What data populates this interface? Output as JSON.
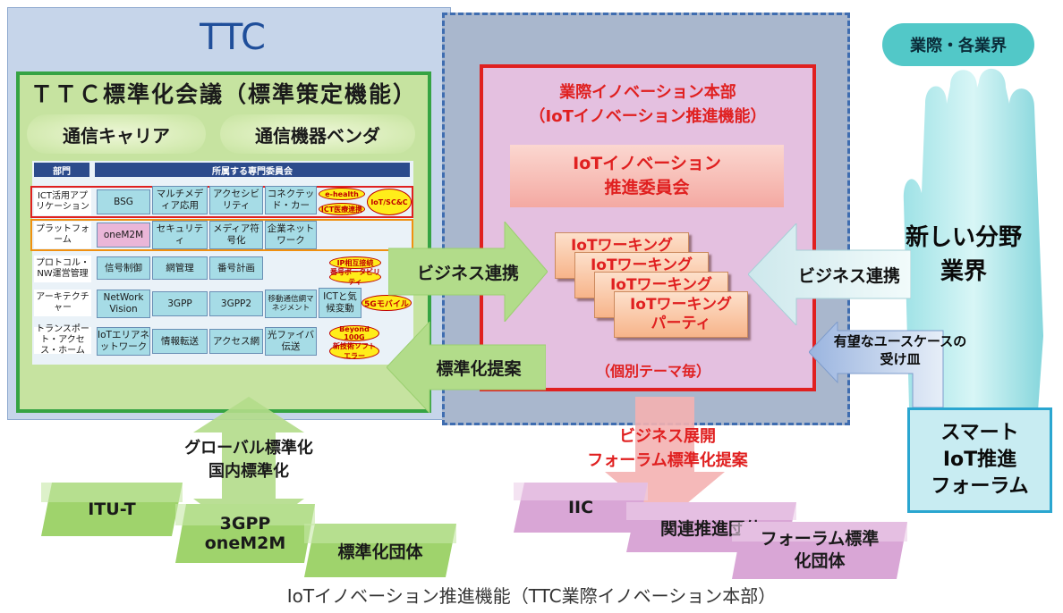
{
  "ttc": {
    "title": "TTC",
    "council_title": "ＴＴＣ標準化会議（標準策定機能）",
    "pill_left": "通信キャリア",
    "pill_right": "通信機器ベンダ"
  },
  "table": {
    "header_dept": "部門",
    "header_committees": "所属する専門委員会",
    "rows": [
      {
        "label": "ICT活用アプリケーション",
        "cells": [
          "BSG",
          "マルチメディア応用",
          "アクセシビリティ",
          "コネクテッド・カー"
        ],
        "badges": [
          "e-health",
          "ICT医療連携",
          "IoT/SC&C"
        ]
      },
      {
        "label": "プラットフォーム",
        "cells": [
          "oneM2M",
          "セキュリティ",
          "メディア符号化",
          "企業ネットワーク"
        ],
        "badges": []
      },
      {
        "label": "プロトコル・NW運営管理",
        "cells": [
          "信号制御",
          "網管理",
          "番号計画"
        ],
        "badges": [
          "IP相互接続",
          "番号ポータビリティ"
        ]
      },
      {
        "label": "アーキテクチャー",
        "cells": [
          "NetWork Vision",
          "3GPP",
          "3GPP2",
          "移動通信網マネジメント",
          "ICTと気候変動"
        ],
        "badges": [
          "5Gモバイル"
        ]
      },
      {
        "label": "トランスポート・アクセス・ホーム",
        "cells": [
          "IoTエリアネットワーク",
          "情報転送",
          "アクセス網",
          "光ファイバ伝送"
        ],
        "badges": [
          "Beyond 100G",
          "新技術ソフトエラー"
        ]
      }
    ]
  },
  "arrows": {
    "biz_left": "ビジネス連携",
    "std_proposal": "標準化提案",
    "biz_right": "ビジネス連携",
    "usecase": "有望なユースケースの受け皿"
  },
  "hq": {
    "title_line1": "業際イノベーション本部",
    "title_line2": "（IoTイノベーション推進機能）",
    "committee_line1": "IoTイノベーション",
    "committee_line2": "推進委員会",
    "wg_back": "IoTワーキング",
    "wg_front_line1": "IoTワーキング",
    "wg_front_line2": "パーティ",
    "theme_note": "（個別テーマ毎）"
  },
  "right": {
    "industry": "業際・各業界",
    "new_field_line1": "新しい分野",
    "new_field_line2": "業界",
    "smart_line1": "スマート",
    "smart_line2": "IoT推進",
    "smart_line3": "フォーラム"
  },
  "bottom": {
    "global_line1": "グローバル標準化",
    "global_line2": "国内標準化",
    "itu": "ITU-T",
    "threegpp_line1": "3GPP",
    "threegpp_line2": "oneM2M",
    "std_bodies": "標準化団体",
    "biz_line1": "ビジネス展開",
    "biz_line2": "フォーラム標準化提案",
    "iic": "IIC",
    "related": "関連推進団体",
    "forum_line1": "フォーラム標準",
    "forum_line2": "化団体"
  },
  "caption": "IoTイノベーション推進機能（TTC業際イノベーション本部）",
  "colors": {
    "ttc_blue": "#1f4e9a",
    "council_green": "#35a343",
    "hq_red": "#e02020",
    "forum_cyan": "#2aa6d0",
    "forum_pink": "#d9a6d6"
  }
}
